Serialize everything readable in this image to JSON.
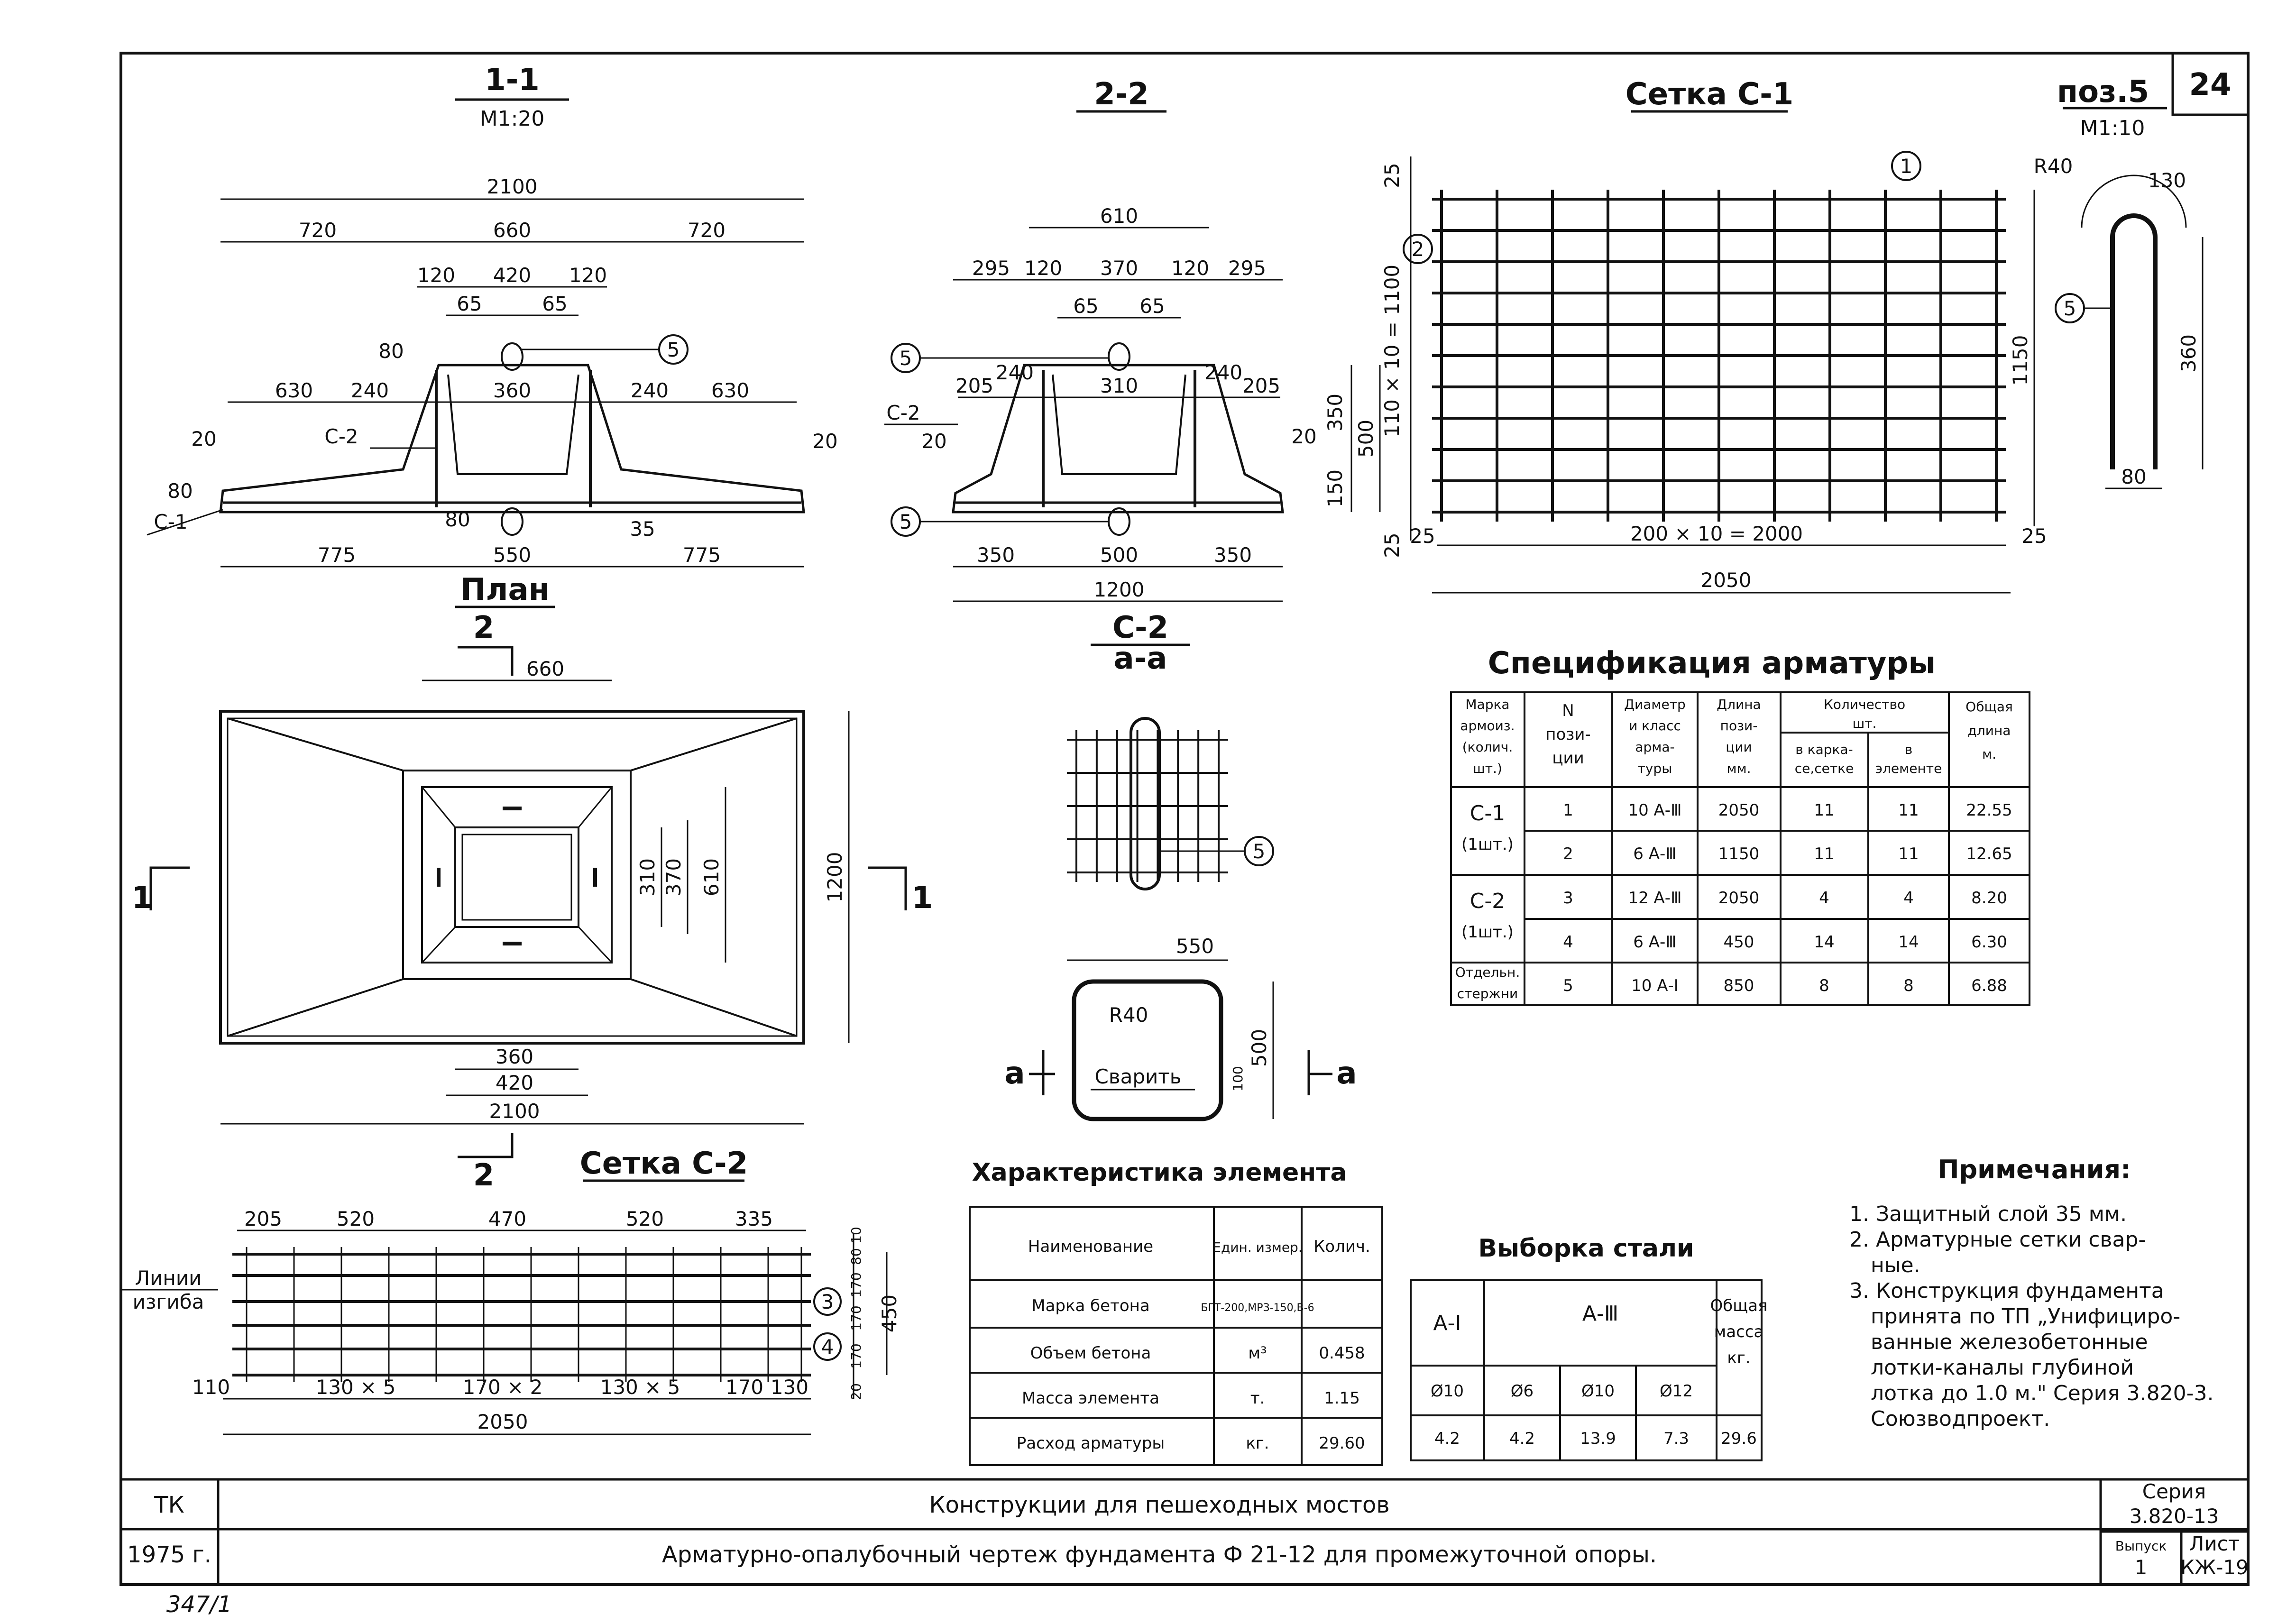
{
  "sheet": {
    "number": "24",
    "handwritten": "347/1"
  },
  "sections": {
    "s11": {
      "title": "1-1",
      "scale": "M1:20"
    },
    "s22": {
      "title": "2-2"
    },
    "mesh_c1": {
      "title": "Сетка С-1"
    },
    "poz5": {
      "title": "поз.5",
      "scale": "М1:10"
    },
    "plan": {
      "title": "План"
    },
    "c2aa": {
      "title": "С-2",
      "sub": "а-а"
    },
    "mesh_c2": {
      "title": "Сетка С-2"
    }
  },
  "s11_dims": {
    "total": "2100",
    "left": "720",
    "mid": "660",
    "right": "720",
    "w120a": "120",
    "w420": "420",
    "w120b": "120",
    "w65a": "65",
    "w65b": "65",
    "h80": "80",
    "l630": "630",
    "l240": "240",
    "m360": "360",
    "r240": "240",
    "r630": "630",
    "h20l": "20",
    "h20r": "20",
    "h80b": "80",
    "h80c": "80",
    "h35": "35",
    "b775l": "775",
    "b550": "550",
    "b775r": "775",
    "c2": "С-2",
    "c1": "С-1",
    "pos5": "5"
  },
  "s22_dims": {
    "top": "610",
    "a295": "295",
    "a120": "120",
    "a370": "370",
    "b120": "120",
    "b295": "295",
    "b65a": "65",
    "b65b": "65",
    "l205": "205",
    "l240": "240",
    "m310": "310",
    "r240": "240",
    "r205": "205",
    "h20l": "20",
    "h20r": "20",
    "h350": "350",
    "h500": "500",
    "h150": "150",
    "b350l": "350",
    "b500": "500",
    "b350r": "350",
    "total": "1200",
    "c2": "С-2",
    "pos5a": "5",
    "pos5b": "5"
  },
  "mesh_c1_dims": {
    "pos1": "1",
    "pos2": "2",
    "vert": "110 × 10 = 1100",
    "h1150": "1150",
    "t25": "25",
    "b25": "25",
    "bl25": "25",
    "br25": "25",
    "horiz": "200 × 10 = 2000",
    "total": "2050"
  },
  "poz5_dims": {
    "r40": "R40",
    "arc": "130",
    "h360": "360",
    "w80": "80",
    "pos5": "5"
  },
  "plan_dims": {
    "cut2top": "2",
    "w660": "660",
    "h1200": "1200",
    "h310": "310",
    "h370": "370",
    "h610": "610",
    "cut1l": "1",
    "cut1r": "1",
    "w360": "360",
    "w420": "420",
    "w2100": "2100",
    "cut2bot": "2"
  },
  "c2aa_dims": {
    "pos5": "5",
    "w550": "550",
    "r40": "R40",
    "weld": "Сварить",
    "h500": "500",
    "h100": "100",
    "a_left": "а",
    "a_right": "а"
  },
  "mesh_c2_dims": {
    "t205": "205",
    "t520a": "520",
    "t470": "470",
    "t520b": "520",
    "t335": "335",
    "bend1": "Линии",
    "bend2": "изгиба",
    "r10": "10",
    "r80": "80",
    "r170a": "170",
    "r170b": "170",
    "r170c": "170",
    "r20": "20",
    "r450": "450",
    "pos3": "3",
    "pos4": "4",
    "b110": "110",
    "b130x5a": "130 × 5",
    "b170x2": "170 × 2",
    "b130x5b": "130 × 5",
    "b170": "170",
    "b130": "130",
    "total": "2050"
  },
  "spec": {
    "title": "Спецификация арматуры",
    "headers": {
      "mark": [
        "Марка",
        "армоиз.",
        "(колич.",
        "шт.)"
      ],
      "pos": [
        "N",
        "пози-",
        "ции"
      ],
      "diam": [
        "Диаметр",
        "и класс",
        "арма-",
        "туры"
      ],
      "len": [
        "Длина",
        "пози-",
        "ции",
        "мм."
      ],
      "qty": [
        "Количество",
        "шт."
      ],
      "qty_set": [
        "в карка-",
        "се,сетке"
      ],
      "qty_el": [
        "в",
        "элементе"
      ],
      "total": [
        "Общая",
        "длина",
        "м."
      ]
    },
    "groups": [
      {
        "mark": "С-1",
        "count": "(1шт.)"
      },
      {
        "mark": "С-2",
        "count": "(1шт.)"
      },
      {
        "mark": "Отдельн.",
        "count": "стержни"
      }
    ],
    "rows": [
      [
        "1",
        "10 А-Ⅲ",
        "2050",
        "11",
        "11",
        "22.55"
      ],
      [
        "2",
        "6 А-Ⅲ",
        "1150",
        "11",
        "11",
        "12.65"
      ],
      [
        "3",
        "12 А-Ⅲ",
        "2050",
        "4",
        "4",
        "8.20"
      ],
      [
        "4",
        "6 А-Ⅲ",
        "450",
        "14",
        "14",
        "6.30"
      ],
      [
        "5",
        "10 А-Ⅰ",
        "850",
        "8",
        "8",
        "6.88"
      ]
    ]
  },
  "element": {
    "title": "Характеристика элемента",
    "headers": [
      "Наименование",
      "Един. измер.",
      "Колич."
    ],
    "rows": [
      [
        "Марка бетона",
        "БГТ-200,МРЗ-150,В-6",
        ""
      ],
      [
        "Объем бетона",
        "м³",
        "0.458"
      ],
      [
        "Масса элемента",
        "т.",
        "1.15"
      ],
      [
        "Расход арматуры",
        "кг.",
        "29.60"
      ]
    ]
  },
  "steel": {
    "title": "Выборка стали",
    "classes": [
      "А-Ⅰ",
      "А-Ⅲ"
    ],
    "total_header": [
      "Общая",
      "масса",
      "кг."
    ],
    "diams": [
      "Ø10",
      "Ø6",
      "Ø10",
      "Ø12"
    ],
    "values": [
      "4.2",
      "4.2",
      "13.9",
      "7.3",
      "29.6"
    ]
  },
  "notes": {
    "title": "Примечания:",
    "lines": [
      "1. Защитный слой 35 мм.",
      "2. Арматурные сетки свар-",
      "ные.",
      "3. Конструкция фундамента",
      "принята по ТП „Унифициро-",
      "ванные железобетонные",
      "лотки-каналы глубиной",
      "лотка до 1.0 м.\" Серия 3.820-3.",
      "Союзводпроект."
    ]
  },
  "stamp": {
    "org": "ТК",
    "year": "1975 г.",
    "title1": "Конструкции для пешеходных мостов",
    "title2": "Арматурно-опалубочный чертеж фундамента Ф 21-12 для промежуточной опоры.",
    "series_label": "Серия",
    "series": "3.820-13",
    "issue_label": "Выпуск",
    "issue": "1",
    "sheet_label": "Лист",
    "sheet": "КЖ-19"
  }
}
